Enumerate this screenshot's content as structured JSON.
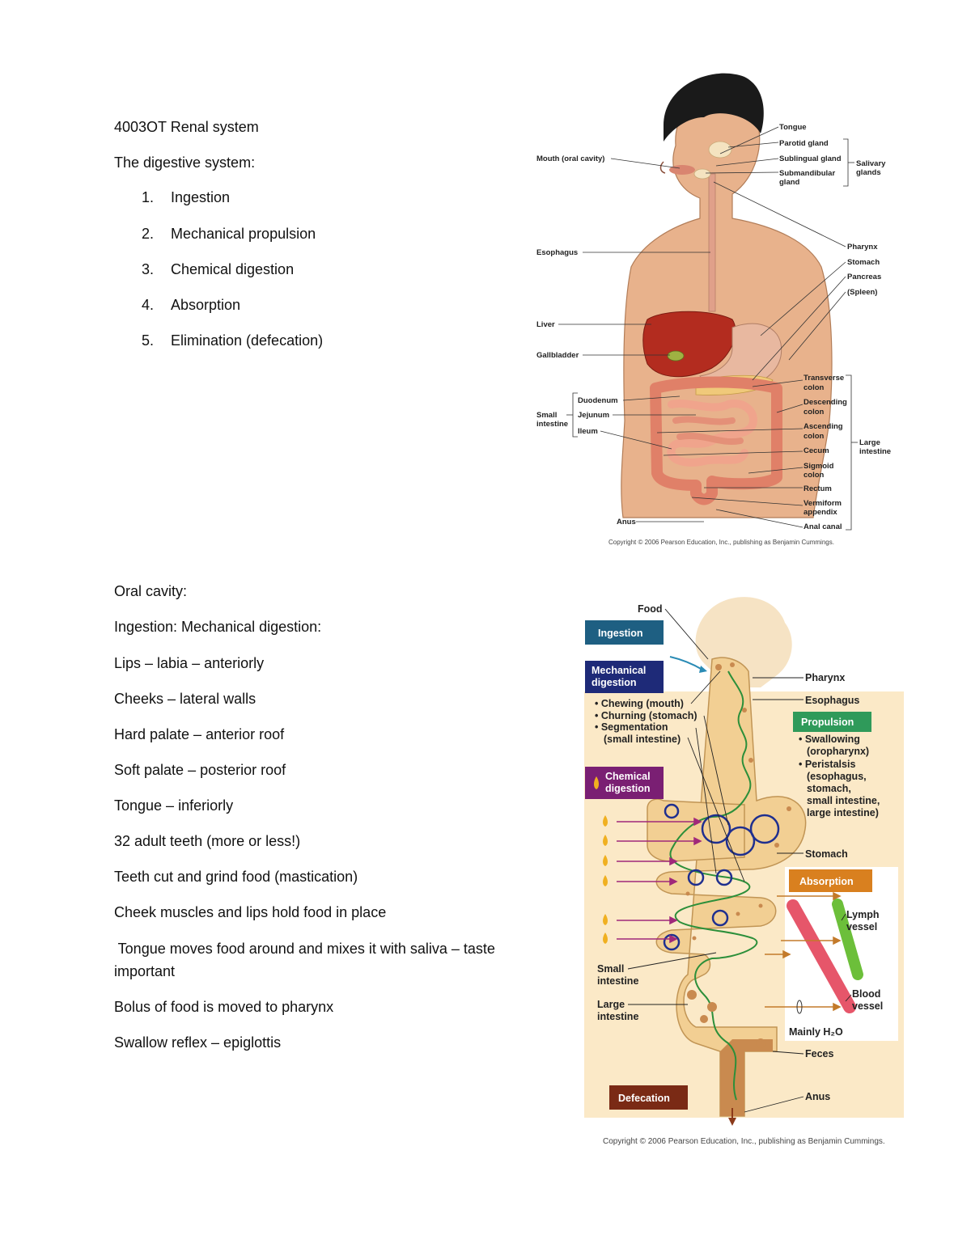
{
  "document": {
    "title": "4003OT Renal system",
    "subtitle": "The digestive system:",
    "functions": [
      {
        "num": "1.",
        "text": "Ingestion"
      },
      {
        "num": "2.",
        "text": "Mechanical propulsion"
      },
      {
        "num": "3.",
        "text": "Chemical digestion"
      },
      {
        "num": "4.",
        "text": "Absorption"
      },
      {
        "num": "5.",
        "text": "Elimination (defecation)"
      }
    ],
    "oral_heading": "Oral cavity:",
    "oral_subheading": "Ingestion: Mechanical digestion:",
    "oral_lines": [
      "Lips – labia – anteriorly",
      "Cheeks – lateral walls",
      "Hard palate – anterior roof",
      "Soft palate – posterior roof",
      "Tongue – inferiorly",
      "32 adult teeth (more or less!)",
      "Teeth cut and grind food (mastication)",
      "Cheek muscles and lips hold food in place"
    ],
    "tongue_line_1": " Tongue moves food around and mixes it with saliva – taste",
    "tongue_line_2": "important",
    "bolus_line": "Bolus of food is moved to pharynx",
    "swallow_line": "Swallow reflex – epiglottis"
  },
  "figure1": {
    "labels": {
      "tongue": "Tongue",
      "parotid": "Parotid gland",
      "sublingual": "Sublingual gland",
      "submandibular_1": "Submandibular",
      "submandibular_2": "gland",
      "salivary_1": "Salivary",
      "salivary_2": "glands",
      "mouth": "Mouth (oral cavity)",
      "esophagus": "Esophagus",
      "pharynx": "Pharynx",
      "stomach": "Stomach",
      "pancreas": "Pancreas",
      "spleen": "(Spleen)",
      "liver": "Liver",
      "gallbladder": "Gallbladder",
      "transverse_1": "Transverse",
      "transverse_2": "colon",
      "descending_1": "Descending",
      "descending_2": "colon",
      "ascending_1": "Ascending",
      "ascending_2": "colon",
      "cecum": "Cecum",
      "sigmoid_1": "Sigmoid",
      "sigmoid_2": "colon",
      "rectum": "Rectum",
      "vermiform_1": "Vermiform",
      "vermiform_2": "appendix",
      "anal_canal": "Anal canal",
      "large_int_1": "Large",
      "large_int_2": "intestine",
      "duodenum": "Duodenum",
      "jejunum": "Jejunum",
      "ileum": "Ileum",
      "small_int_1": "Small",
      "small_int_2": "intestine",
      "anus": "Anus"
    },
    "copyright": "Copyright © 2006 Pearson Education, Inc., publishing as Benjamin Cummings."
  },
  "figure2": {
    "labels": {
      "food": "Food",
      "ingestion": "Ingestion",
      "mech_1": "Mechanical",
      "mech_2": "digestion",
      "chewing": "• Chewing (mouth)",
      "churning": "• Churning (stomach)",
      "segmentation": "• Segmentation",
      "small_int_paren": "(small intestine)",
      "chem_1": "Chemical",
      "chem_2": "digestion",
      "pharynx": "Pharynx",
      "esophagus": "Esophagus",
      "propulsion": "Propulsion",
      "swallowing": "• Swallowing",
      "oropharynx": "(oropharynx)",
      "peristalsis": "• Peristalsis",
      "peri_1": "(esophagus,",
      "peri_2": "stomach,",
      "peri_3": "small intestine,",
      "peri_4": "large intestine)",
      "stomach": "Stomach",
      "absorption": "Absorption",
      "lymph_1": "Lymph",
      "lymph_2": "vessel",
      "small_1": "Small",
      "small_2": "intestine",
      "large_1": "Large",
      "large_2": "intestine",
      "blood_1": "Blood",
      "blood_2": "vessel",
      "mainly_h2o": "Mainly H₂O",
      "feces": "Feces",
      "defecation": "Defecation",
      "anus": "Anus"
    },
    "copyright": "Copyright © 2006 Pearson Education, Inc., publishing as Benjamin Cummings."
  }
}
